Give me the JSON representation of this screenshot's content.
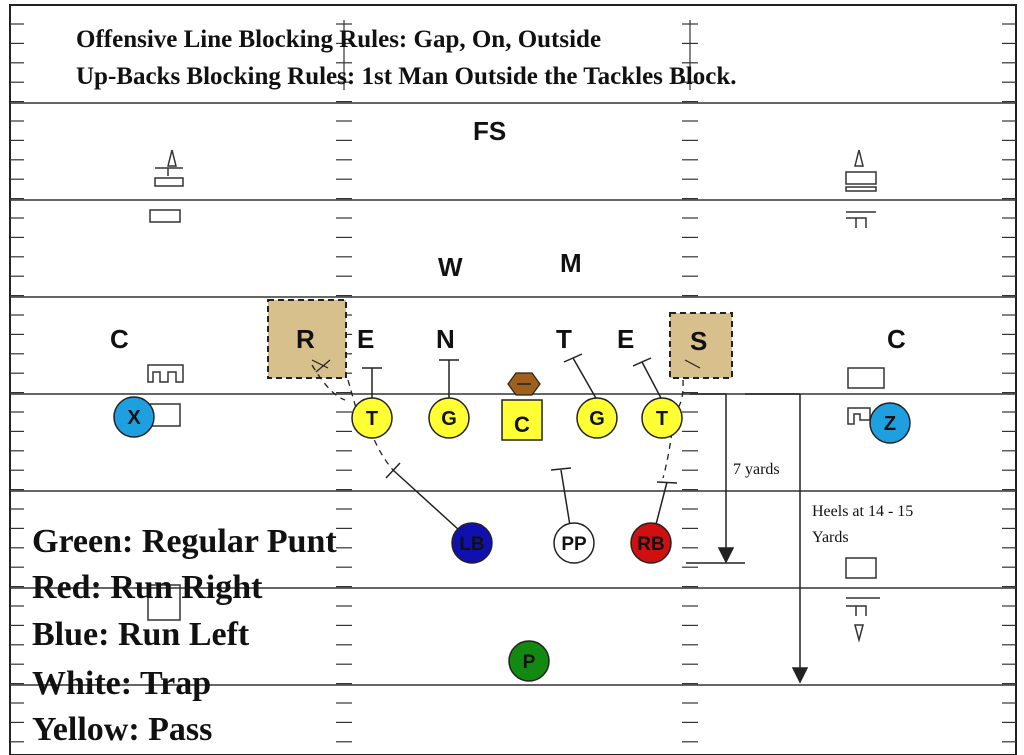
{
  "header": {
    "line1": "Offensive Line Blocking Rules:  Gap, On, Outside",
    "line2": "Up-Backs Blocking Rules:  1st Man Outside the Tackles Block."
  },
  "defense": {
    "fs": "FS",
    "w": "W",
    "m": "M",
    "c_left": "C",
    "r": "R",
    "e_left": "E",
    "n": "N",
    "t": "T",
    "e_right": "E",
    "s": "S",
    "c_right": "C"
  },
  "offense": {
    "x": "X",
    "t_left": "T",
    "g_left": "G",
    "c": "C",
    "g_right": "G",
    "t_right": "T",
    "z": "Z",
    "lb": "LB",
    "pp": "PP",
    "rb": "RB",
    "p": "P"
  },
  "annotations": {
    "seven_yards": "7 yards",
    "heels_line1": "Heels at 14 - 15",
    "heels_line2": "Yards"
  },
  "legend": {
    "green": "Green:  Regular Punt",
    "red": "Red:  Run Right",
    "blue": "Blue:  Run Left",
    "white": "White:  Trap",
    "yellow": "Yellow:  Pass"
  },
  "colors": {
    "yellow_player": "#ffff33",
    "blue_player": "#1e9fe0",
    "lb": "#1010b0",
    "rb": "#d01010",
    "p": "#128a12",
    "defender_box": "#d8c08c",
    "ball": "#a0601c"
  }
}
